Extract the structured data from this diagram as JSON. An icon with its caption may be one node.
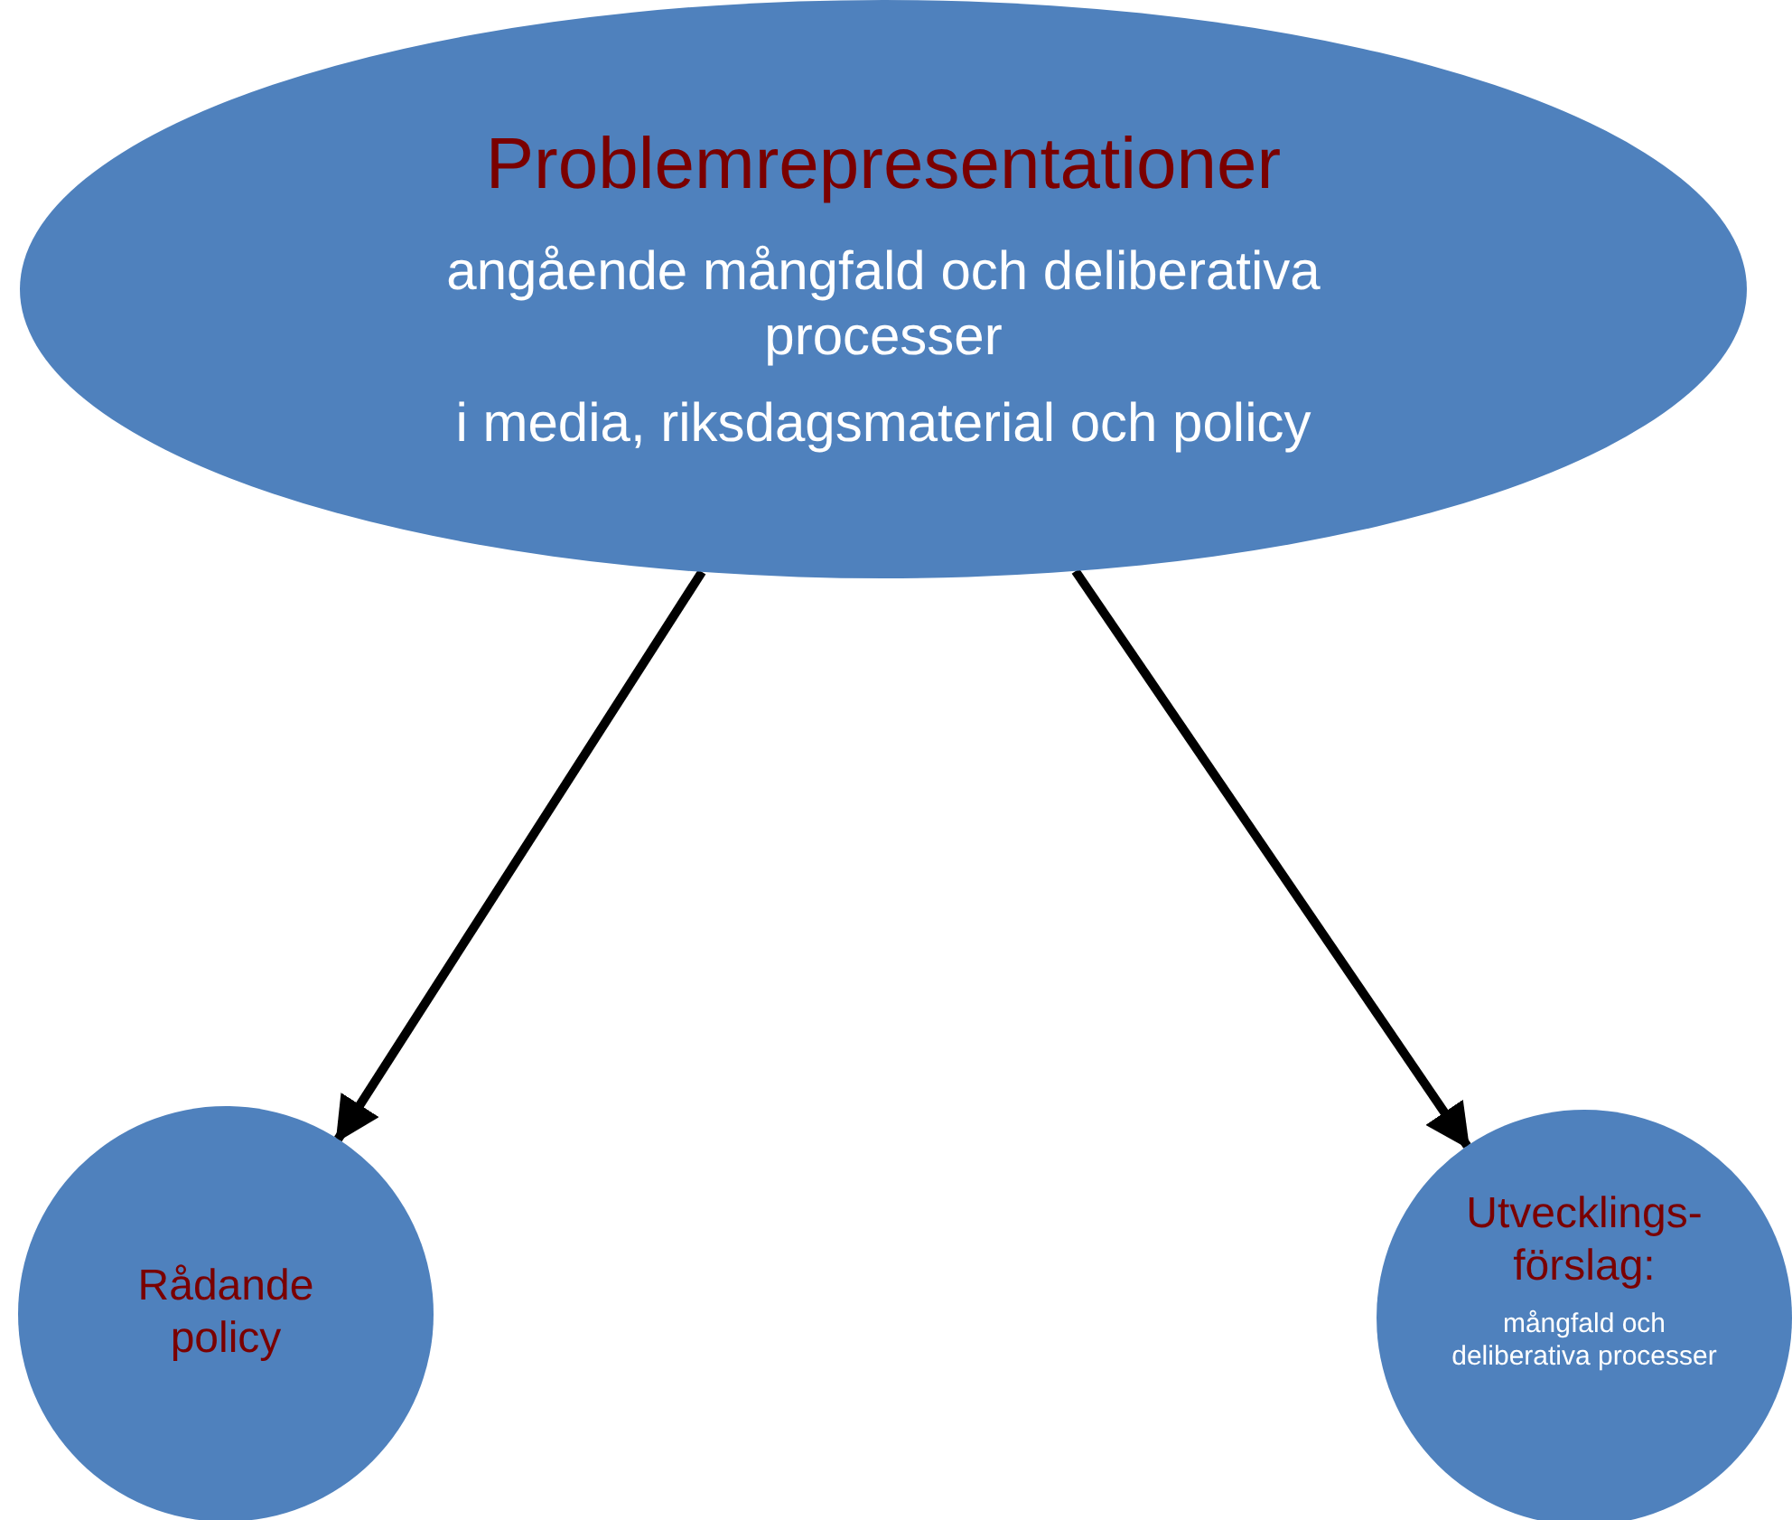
{
  "diagram": {
    "nodes": [
      {
        "text": [
          "Problemrepresentationer",
          "angående mångfald och deliberativa processer",
          "i media, riksdagsmaterial och policy"
        ]
      },
      {
        "text": [
          "Rådande policy"
        ]
      },
      {
        "text": [
          "Utvecklings-förslag:",
          "mångfald och deliberativa processer"
        ]
      }
    ],
    "edges": [
      {
        "from": 0,
        "to": 1,
        "arrow": "to"
      },
      {
        "from": 0,
        "to": 2,
        "arrow": "to"
      }
    ]
  }
}
